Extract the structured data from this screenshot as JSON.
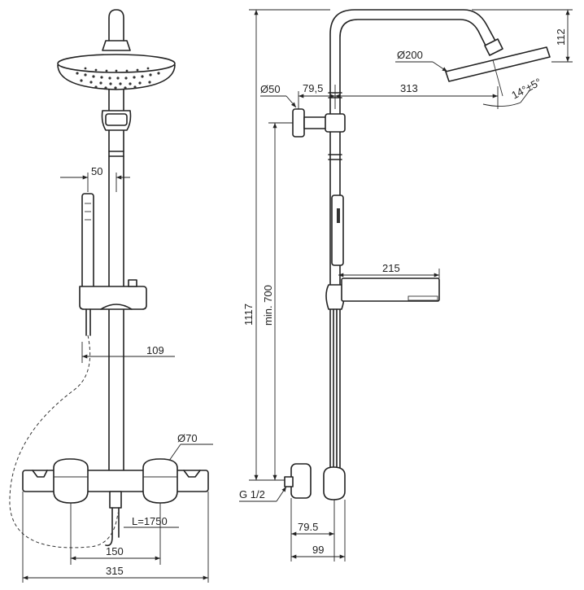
{
  "labels": {
    "d50": "50",
    "d109": "109",
    "d70": "Ø70",
    "l1750": "L=1750",
    "d150": "150",
    "d315": "315",
    "d1117": "1117",
    "min700": "min. 700",
    "d50b": "Ø50",
    "d79top": "79,5",
    "d313": "313",
    "d200": "Ø200",
    "d112": "112",
    "angle": "14°±5°",
    "d215": "215",
    "g12": "G 1/2",
    "d79bot": "79.5",
    "d99": "99"
  },
  "colors": {
    "line": "#222222",
    "background": "#ffffff"
  }
}
